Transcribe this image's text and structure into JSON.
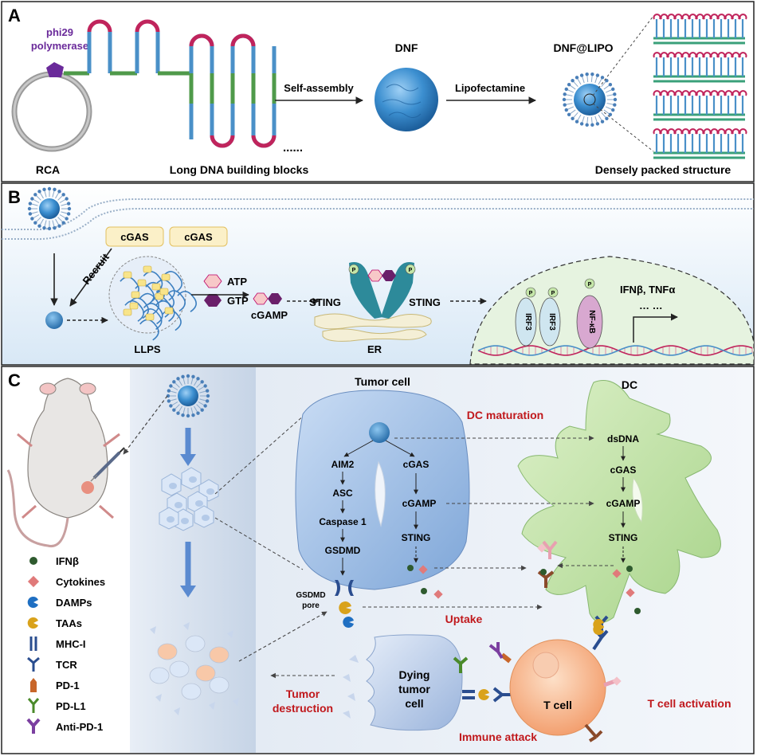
{
  "panels": {
    "a": {
      "letter": "A",
      "polymerase": [
        "phi29",
        "polymerase"
      ],
      "dnf": "DNF",
      "dnf_lipo": "DNF@LIPO",
      "arrow1": "Self-assembly",
      "arrow2": "Lipofectamine",
      "dots": "......",
      "rca": "RCA",
      "building_blocks": "Long DNA building blocks",
      "packed": "Densely packed structure"
    },
    "b": {
      "letter": "B",
      "cgas1": "cGAS",
      "cgas2": "cGAS",
      "recruit": "Recruit",
      "llps": "LLPS",
      "atp": "ATP",
      "gtp": "GTP",
      "cgamp": "cGAMP",
      "sting_left": "STING",
      "sting_right": "STING",
      "er": "ER",
      "p": "P",
      "irf3": "IRF3",
      "nfkb": "NF-κB",
      "output": "IFNβ, TNFα",
      "more": "… …"
    },
    "c": {
      "letter": "C",
      "tumor_cell": "Tumor cell",
      "dc": "DC",
      "dc_maturation": "DC maturation",
      "left_path": [
        "AIM2",
        "ASC",
        "Caspase 1",
        "GSDMD"
      ],
      "right_path": [
        "cGAS",
        "cGAMP",
        "STING"
      ],
      "dc_path": [
        "dsDNA",
        "cGAS",
        "cGAMP",
        "STING"
      ],
      "gsdmd_pore": [
        "GSDMD",
        "pore"
      ],
      "uptake": "Uptake",
      "dying_cell": [
        "Dying",
        "tumor",
        "cell"
      ],
      "t_cell": "T cell",
      "t_cell_activation": "T cell activation",
      "immune_attack": "Immune attack",
      "tumor_destruction": [
        "Tumor",
        "destruction"
      ]
    },
    "legend": [
      {
        "label": "IFNβ",
        "icon": "dot-icon",
        "color": "#2e5a2e"
      },
      {
        "label": "Cytokines",
        "icon": "diamond-icon",
        "color": "#e07a7a"
      },
      {
        "label": "DAMPs",
        "icon": "pacman-icon",
        "color": "#1f6fc2"
      },
      {
        "label": "TAAs",
        "icon": "pacman-icon",
        "color": "#d9a21b"
      },
      {
        "label": "MHC-I",
        "icon": "mhc-icon",
        "color": "#2a4d8f"
      },
      {
        "label": "TCR",
        "icon": "tcr-icon",
        "color": "#2a4d8f"
      },
      {
        "label": "PD-1",
        "icon": "pd1-icon",
        "color": "#c8662a"
      },
      {
        "label": "PD-L1",
        "icon": "pdl1-icon",
        "color": "#4a8a2a"
      },
      {
        "label": "Anti-PD-1",
        "icon": "antibody-icon",
        "color": "#7b3fa0"
      }
    ],
    "colors": {
      "dna_blue": "#4a90c8",
      "dna_green": "#4f9a4a",
      "dna_red": "#c0245c",
      "red_text": "#c0181c",
      "purple": "#6a2a9a"
    }
  }
}
